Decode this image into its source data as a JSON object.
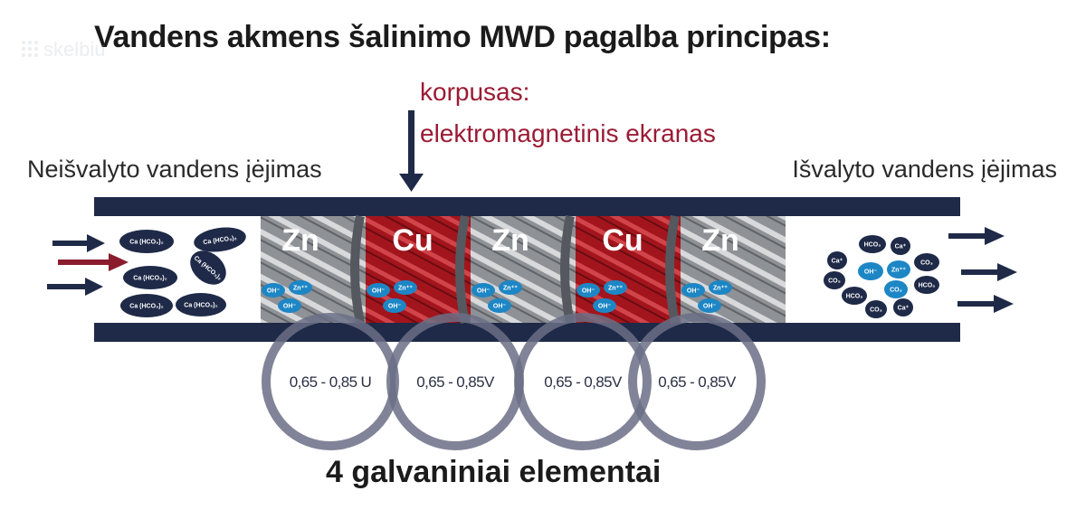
{
  "title": "Vandens akmens šalinimo MWD pagalba principas:",
  "watermark": "skelbiu",
  "housing": {
    "line1": "korpusas:",
    "line2": "elektromagnetinis ekranas"
  },
  "inlet_label": "Neišvalyto vandens įėjimas",
  "outlet_label": "Išvalyto vandens įėjimas",
  "segments": [
    "Zn",
    "Cu",
    "Zn",
    "Cu",
    "Zn"
  ],
  "segment_ions": [
    [
      "OH⁻",
      "Zn⁺⁺",
      "OH⁻"
    ],
    [
      "OH⁻",
      "Zn⁺⁺",
      "OH⁻"
    ],
    [
      "OH⁻",
      "Zn⁺⁺",
      "OH⁻"
    ],
    [
      "OH⁻",
      "Zn⁺⁺",
      "OH⁻"
    ],
    [
      "OH⁻",
      "Zn⁺⁺",
      "OH⁻"
    ]
  ],
  "inlet_ions": [
    "Ca (HCO₃)₂",
    "Ca (HCO₃)₂",
    "Ca (HCO₃)₂",
    "Ca (HCO₃)₂",
    "Ca (HCO₃)₂",
    "Ca (HCO₃)₂"
  ],
  "outlet_ions": [
    "HCO₃",
    "Ca⁺",
    "Ca⁺",
    "CO₃",
    "CO₃",
    "OH⁻",
    "Zn⁺⁺",
    "CO₃",
    "HCO₃",
    "HCO₃",
    "CO₃",
    "Ca⁺"
  ],
  "voltages": [
    "0,65 - 0,85 U",
    "0,65 - 0,85V",
    "0,65 - 0,85V",
    "0,65 - 0,85V"
  ],
  "bottom_label": "4  galvaniniai elementai",
  "colors": {
    "navy": "#1f2a48",
    "zinc": "#8c8f93",
    "copper": "#a3151d",
    "maroon": "#7a1a2e",
    "ion_dark": "#1f2a48",
    "ion_light": "#1d86c5",
    "ring": "#6b6f86",
    "housing_text": "#9b1b34"
  }
}
